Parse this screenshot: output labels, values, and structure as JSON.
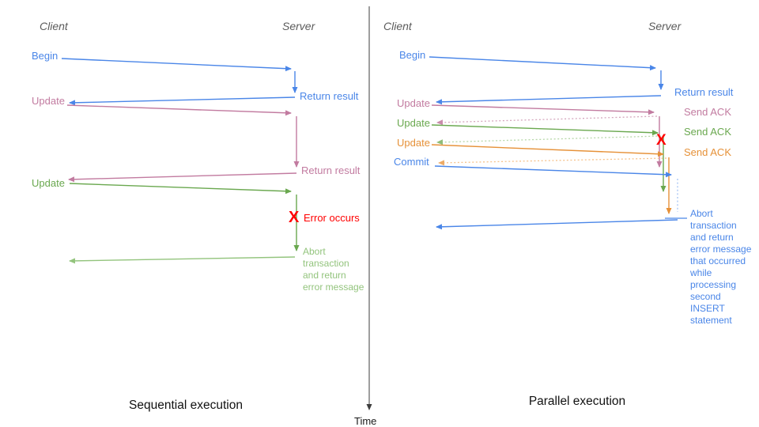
{
  "left_panel": {
    "title": "Sequential execution",
    "client_label": "Client",
    "server_label": "Server",
    "messages": {
      "begin": "Begin",
      "return_result_1": "Return result",
      "update_1": "Update",
      "return_result_2": "Return result",
      "update_2": "Update",
      "error_mark": "X",
      "error_text": "Error occurs",
      "abort_text": "Abort\ntransaction\nand return\nerror message"
    }
  },
  "right_panel": {
    "title": "Parallel execution",
    "client_label": "Client",
    "server_label": "Server",
    "messages": {
      "begin": "Begin",
      "return_result": "Return result",
      "update_1": "Update",
      "send_ack_1": "Send ACK",
      "update_2": "Update",
      "send_ack_2": "Send ACK",
      "update_3": "Update",
      "send_ack_3": "Send ACK",
      "commit": "Commit",
      "error_mark": "X",
      "abort_text": "Abort\ntransaction\nand return\nerror message\nthat occurred\nwhile\nprocessing\nsecond\nINSERT\nstatement"
    }
  },
  "time_axis": {
    "label": "Time"
  },
  "colors": {
    "blue": "#4a86e8",
    "pink": "#c27ba0",
    "green": "#6aa84f",
    "green_light": "#93c47d",
    "orange": "#e69138",
    "red": "#ff0000",
    "pink_dotted": "#d5a6bd",
    "green_dotted": "#b6d7a8",
    "orange_dotted": "#f6c28b",
    "blue_dotted": "#a4c2f4",
    "axis_gray": "#3d3d3d",
    "header_gray": "#5b5b5b"
  }
}
